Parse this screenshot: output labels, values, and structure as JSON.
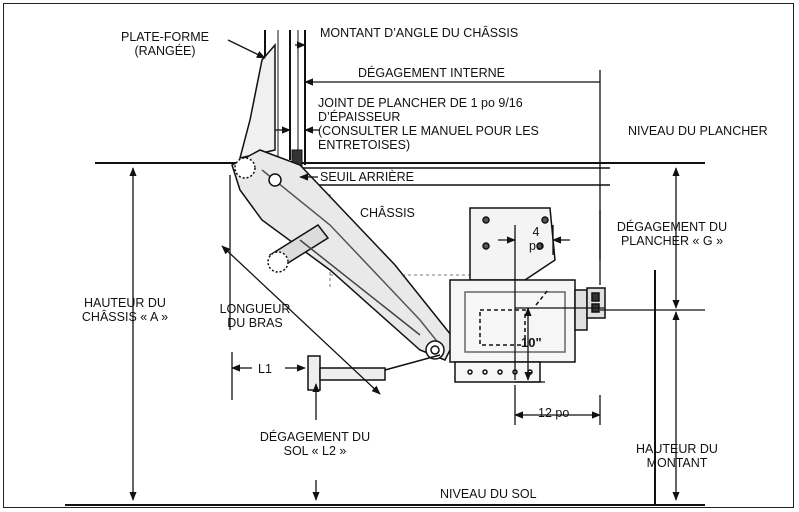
{
  "labels": {
    "plate_forme": "PLATE-FORME\n(RANGÉE)",
    "montant_angle": "MONTANT D’ANGLE DU CHÂSSIS",
    "degagement_interne": "DÉGAGEMENT INTERNE",
    "joint_plancher": "JOINT DE PLANCHER DE 1 po 9/16\nD’ÉPAISSEUR\n(CONSULTER LE MANUEL POUR LES\nENTRETOISES)",
    "niveau_plancher": "NIVEAU DU PLANCHER",
    "seuil_arriere": "SEUIL ARRIÈRE",
    "chassis": "CHÂSSIS",
    "dim_4po": "4\npo",
    "degagement_plancher": "DÉGAGEMENT DU\nPLANCHER « G »",
    "hauteur_chassis": "HAUTEUR DU\nCHÂSSIS « A »",
    "longueur_bras": "LONGUEUR\nDU BRAS",
    "dim_10": "10\"",
    "l1": "L1",
    "dim_12po": "12 po",
    "degagement_sol": "DÉGAGEMENT DU\nSOL « L2 »",
    "hauteur_montant": "HAUTEUR DU\nMONTANT",
    "niveau_sol": "NIVEAU DU SOL"
  }
}
